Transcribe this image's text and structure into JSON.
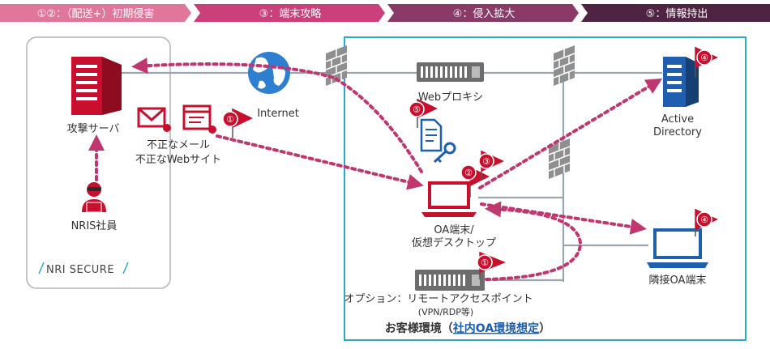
{
  "phases": [
    {
      "label": "①②：（配送+）初期侵害",
      "color": "#e0779a"
    },
    {
      "label": "③：端末攻略",
      "color": "#c9407a"
    },
    {
      "label": "④：侵入拡大",
      "color": "#8a3a67"
    },
    {
      "label": "⑤：情報持出",
      "color": "#4f2442"
    }
  ],
  "attacker_zone": {
    "attack_server_label": "攻撃サーバ",
    "employee_label": "NRIS社員",
    "malicious_mail_label": "不正なメール",
    "malicious_site_label": "不正なWebサイト",
    "logo_text": "NRI SECURE"
  },
  "internet_label": "Internet",
  "customer_env": {
    "label_prefix": "お客様環境（",
    "label_link": "社内OA環境想定",
    "label_suffix": "）",
    "web_proxy_label": "Webプロキシ",
    "oa_terminal_label_1": "OA端末/",
    "oa_terminal_label_2": "仮想デスクトップ",
    "active_directory_label_1": "Active",
    "active_directory_label_2": "Directory",
    "neighbor_terminal_label": "隣接OA端末",
    "remote_ap_label": "オプション：リモートアクセスポイント",
    "remote_ap_sub": "(VPN/RDP等)"
  },
  "flags": [
    "①",
    "②",
    "③",
    "④",
    "⑤"
  ],
  "colors": {
    "attack_red": "#c8102e",
    "arrow_pink": "#c0376f",
    "env_border": "#2ea8c9",
    "device_gray": "#6d6d6d",
    "blue_device": "#1f5fb0",
    "link_blue": "#1a5fb4"
  }
}
